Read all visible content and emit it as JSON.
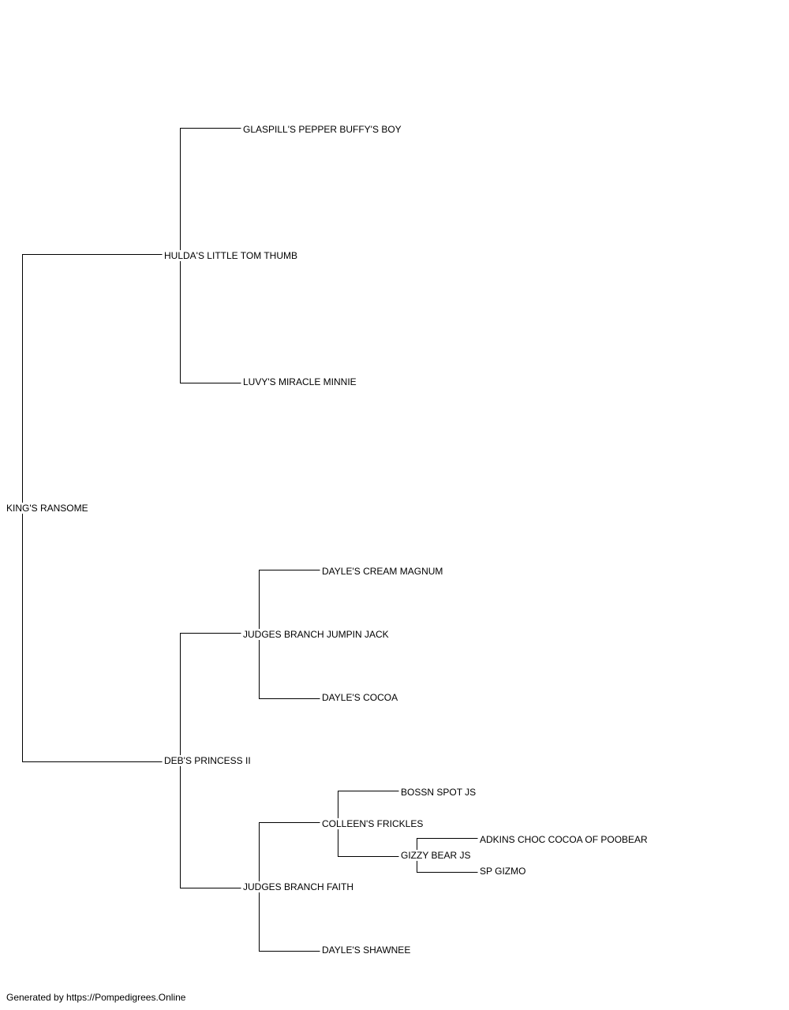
{
  "pedigree": {
    "subject": "KING'S RANSOME",
    "sire": "HULDA'S LITTLE TOM THUMB",
    "dam": "DEB'S PRINCESS II",
    "sire_sire": "GLASPILL'S PEPPER BUFFY'S BOY",
    "sire_dam": "LUVY'S MIRACLE MINNIE",
    "dam_sire": "JUDGES BRANCH JUMPIN JACK",
    "dam_dam": "JUDGES BRANCH FAITH",
    "dam_sire_sire": "DAYLE'S CREAM MAGNUM",
    "dam_sire_dam": "DAYLE'S COCOA",
    "dam_dam_sire": "COLLEEN'S FRICKLES",
    "dam_dam_dam": "DAYLE'S SHAWNEE",
    "dam_dam_sire_sire": "BOSSN SPOT JS",
    "dam_dam_sire_dam": "GIZZY BEAR JS",
    "dam_dam_sire_dam_sire": "ADKINS CHOC COCOA OF POOBEAR",
    "dam_dam_sire_dam_dam": "SP GIZMO"
  },
  "footer": {
    "text": "Generated by https://Pompedigrees.Online"
  },
  "colors": {
    "line": "#000000",
    "text": "#000000",
    "background": "#ffffff"
  }
}
